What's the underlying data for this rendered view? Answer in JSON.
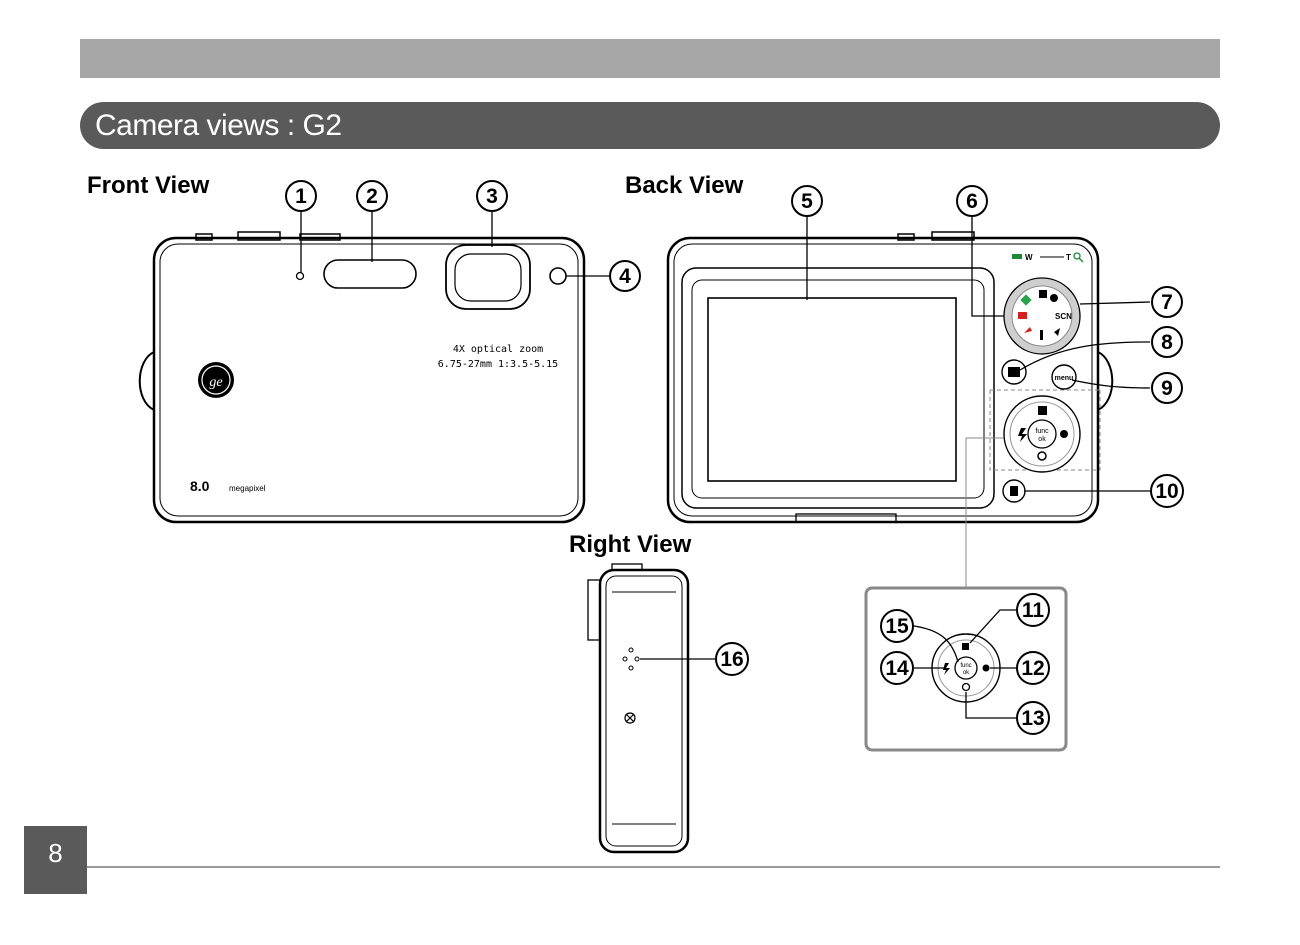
{
  "header": {
    "title": "Camera views : G2"
  },
  "views": {
    "front": "Front View",
    "back": "Back View",
    "right": "Right View"
  },
  "front_camera": {
    "zoom_line1": "4X optical zoom",
    "zoom_line2": "6.75-27mm 1:3.5-5.15",
    "megapixel_value": "8.0",
    "megapixel_unit": "megapixel",
    "logo": "ge-logo"
  },
  "back_camera": {
    "zoom_w": "W",
    "zoom_t": "T",
    "mode_scn": "SCN",
    "menu_label": "menu",
    "func_line1": "func",
    "func_line2": "ok"
  },
  "callouts": [
    "1",
    "2",
    "3",
    "4",
    "5",
    "6",
    "7",
    "8",
    "9",
    "10",
    "11",
    "12",
    "13",
    "14",
    "15",
    "16"
  ],
  "footer": {
    "page_number": "8"
  },
  "colors": {
    "header_bar": "#a7a7a7",
    "title_pill": "#5a5a5a",
    "footer_line": "#9a9a9a",
    "mode_red": "#d62020",
    "mode_green": "#2aa24a"
  }
}
